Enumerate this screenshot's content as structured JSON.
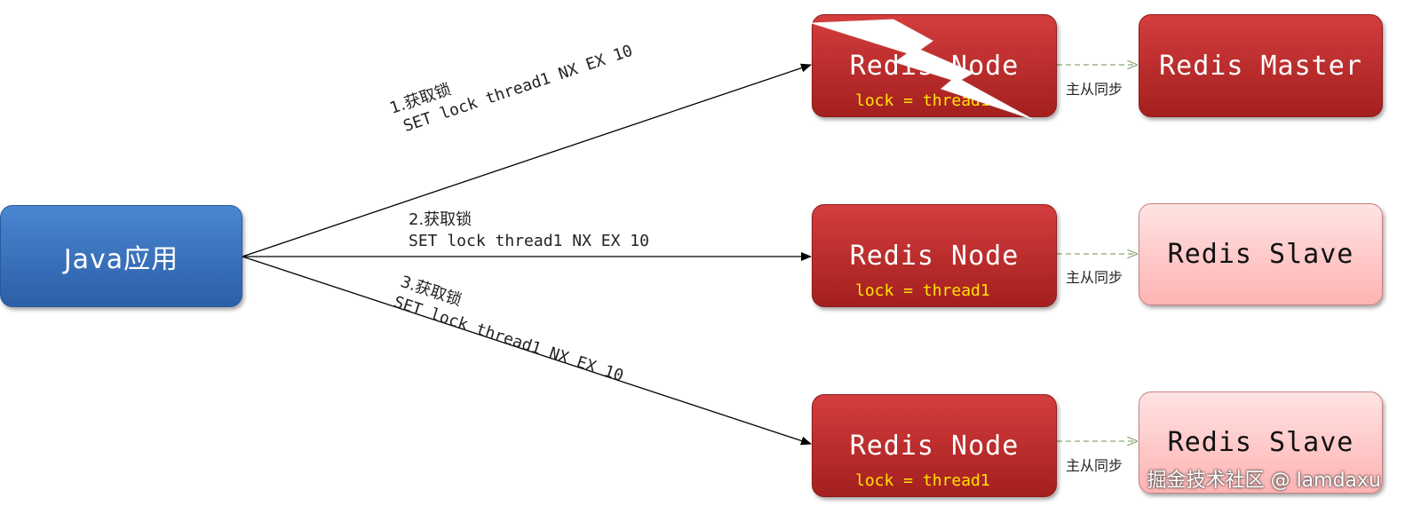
{
  "java_app": {
    "label": "Java应用"
  },
  "nodes": [
    {
      "title": "Redis Node",
      "lock": "lock = thread1"
    },
    {
      "title": "Redis Node",
      "lock": "lock = thread1"
    },
    {
      "title": "Redis Node",
      "lock": "lock = thread1"
    }
  ],
  "replicas": [
    {
      "label": "Redis Master"
    },
    {
      "label": "Redis Slave"
    },
    {
      "label": "Redis Slave"
    }
  ],
  "sync_label": "主从同步",
  "arrows": [
    {
      "step": "1.获取锁",
      "command": "SET lock thread1 NX EX 10"
    },
    {
      "step": "2.获取锁",
      "command": "SET lock thread1 NX EX 10"
    },
    {
      "step": "3.获取锁",
      "command": "SET lock thread1 NX EX 10"
    }
  ],
  "watermark": "掘金技术社区 @ lamdaxu",
  "colors": {
    "node_red": "#c0312f",
    "java_blue": "#3b74c2",
    "slave_pink": "#ffc8c8",
    "lock_yellow": "#ffe600",
    "sync_arrow": "#8aa878"
  }
}
